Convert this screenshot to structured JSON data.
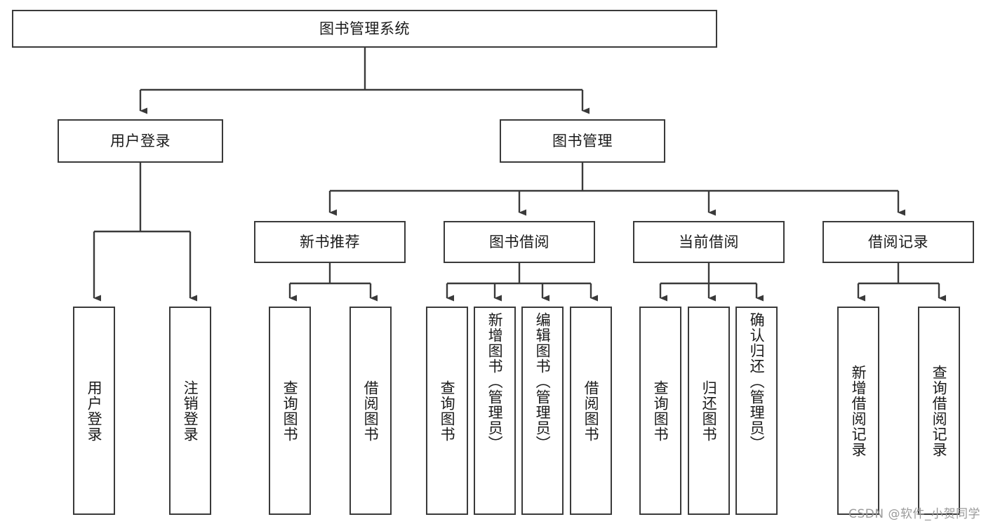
{
  "diagram": {
    "title": "图书管理系统",
    "type": "tree-hierarchy-diagram",
    "watermark": "CSDN @软件_小贺同学",
    "colors": {
      "box_border": "#3a3a3a",
      "box_fill": "#ffffff",
      "edge": "#3a3a3a",
      "text": "#1a1a1a",
      "watermark": "#9a9a9a",
      "background": "#ffffff"
    },
    "nodes": {
      "root": {
        "label": "图书管理系统"
      },
      "level2": [
        {
          "id": "user-login",
          "label": "用户登录"
        },
        {
          "id": "book-management",
          "label": "图书管理"
        }
      ],
      "level3": [
        {
          "id": "new-book-recommend",
          "label": "新书推荐"
        },
        {
          "id": "book-borrow",
          "label": "图书借阅"
        },
        {
          "id": "current-borrow",
          "label": "当前借阅"
        },
        {
          "id": "borrow-record",
          "label": "借阅记录"
        }
      ],
      "leaves": {
        "user_login": [
          {
            "id": "leaf-user-login",
            "label": "用户登录"
          },
          {
            "id": "leaf-logout-login",
            "label": "注销登录"
          }
        ],
        "new_book_recommend": [
          {
            "id": "leaf-query-book-1",
            "label": "查询图书"
          },
          {
            "id": "leaf-borrow-book-1",
            "label": "借阅图书"
          }
        ],
        "book_borrow": [
          {
            "id": "leaf-query-book-2",
            "label": "查询图书"
          },
          {
            "id": "leaf-add-book",
            "label": "新增图书（管理员）"
          },
          {
            "id": "leaf-edit-book",
            "label": "编辑图书（管理员）"
          },
          {
            "id": "leaf-borrow-book-2",
            "label": "借阅图书"
          }
        ],
        "current_borrow": [
          {
            "id": "leaf-query-book-3",
            "label": "查询图书"
          },
          {
            "id": "leaf-return-book",
            "label": "归还图书"
          },
          {
            "id": "leaf-confirm-return",
            "label": "确认归还（管理员）"
          }
        ],
        "borrow_record": [
          {
            "id": "leaf-add-borrow-record",
            "label": "新增借阅记录"
          },
          {
            "id": "leaf-query-borrow-record",
            "label": "查询借阅记录"
          }
        ]
      }
    }
  }
}
